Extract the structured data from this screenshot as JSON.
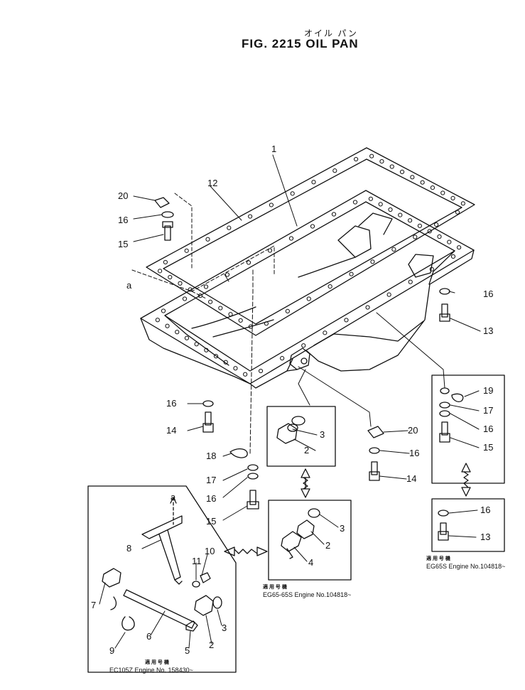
{
  "header": {
    "title_jp": "オイル パン",
    "title": "FIG. 2215   OIL  PAN"
  },
  "captions": {
    "box_b_jp": "適 用 号 機",
    "box_b": "EG65-65S Engine No.104818~",
    "box_d_jp": "適 用 号 機",
    "box_d": "EG65S Engine No.104818~",
    "box_e_jp": "適 用 号 機",
    "box_e": "EC105Z Engine No. 158430~"
  },
  "callouts": [
    {
      "id": "c1",
      "n": "1"
    },
    {
      "id": "c12",
      "n": "12"
    },
    {
      "id": "c20a",
      "n": "20"
    },
    {
      "id": "c16a",
      "n": "16"
    },
    {
      "id": "c15a",
      "n": "15"
    },
    {
      "id": "ca1",
      "n": "a"
    },
    {
      "id": "c16b",
      "n": "16"
    },
    {
      "id": "c13a",
      "n": "13"
    },
    {
      "id": "c16c",
      "n": "16"
    },
    {
      "id": "c14a",
      "n": "14"
    },
    {
      "id": "c3a",
      "n": "3"
    },
    {
      "id": "c2a",
      "n": "2"
    },
    {
      "id": "c20b",
      "n": "20"
    },
    {
      "id": "c16d",
      "n": "16"
    },
    {
      "id": "c14b",
      "n": "14"
    },
    {
      "id": "c18",
      "n": "18"
    },
    {
      "id": "c17a",
      "n": "17"
    },
    {
      "id": "c16e",
      "n": "16"
    },
    {
      "id": "c15b",
      "n": "15"
    },
    {
      "id": "c19",
      "n": "19"
    },
    {
      "id": "c17b",
      "n": "17"
    },
    {
      "id": "c16f",
      "n": "16"
    },
    {
      "id": "c15c",
      "n": "15"
    },
    {
      "id": "c16g",
      "n": "16"
    },
    {
      "id": "c13b",
      "n": "13"
    },
    {
      "id": "c3b",
      "n": "3"
    },
    {
      "id": "c2b",
      "n": "2"
    },
    {
      "id": "c4",
      "n": "4"
    },
    {
      "id": "ca2",
      "n": "a"
    },
    {
      "id": "c8",
      "n": "8"
    },
    {
      "id": "c10",
      "n": "10"
    },
    {
      "id": "c11",
      "n": "11"
    },
    {
      "id": "c7",
      "n": "7"
    },
    {
      "id": "c3c",
      "n": "3"
    },
    {
      "id": "c6",
      "n": "6"
    },
    {
      "id": "c2c",
      "n": "2"
    },
    {
      "id": "c9",
      "n": "9"
    },
    {
      "id": "c5",
      "n": "5"
    }
  ]
}
